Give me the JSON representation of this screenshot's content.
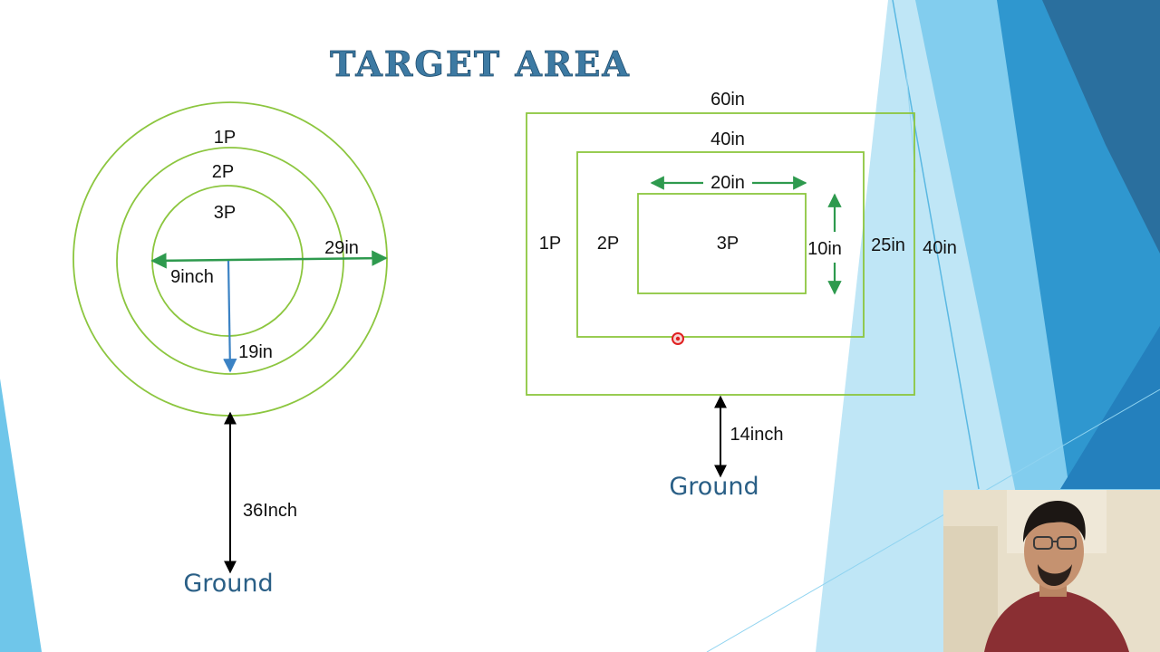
{
  "slide": {
    "title": "TARGET AREA",
    "circle_target": {
      "rings": [
        "1P",
        "2P",
        "3P"
      ],
      "radius_9": "9inch",
      "radius_19": "19in",
      "diameter": "29in",
      "height": "36Inch",
      "ground": "Ground"
    },
    "rect_target": {
      "outer_width": "60in",
      "middle_width": "40in",
      "inner_width": "20in",
      "zone_1": "1P",
      "zone_2": "2P",
      "zone_3": "3P",
      "inner_height": "10in",
      "middle_height": "25in",
      "outer_height": "40in",
      "height": "14inch",
      "ground": "Ground"
    }
  },
  "colors": {
    "target_line": "#8cc63f",
    "arrow_green": "#2e9a4e",
    "arrow_blue": "#3b82c4",
    "title": "#3d7aa3",
    "ground_text": "#2a5f86",
    "cursor": "#e02020"
  },
  "webcam": {
    "description_icon": "presenter-webcam"
  }
}
